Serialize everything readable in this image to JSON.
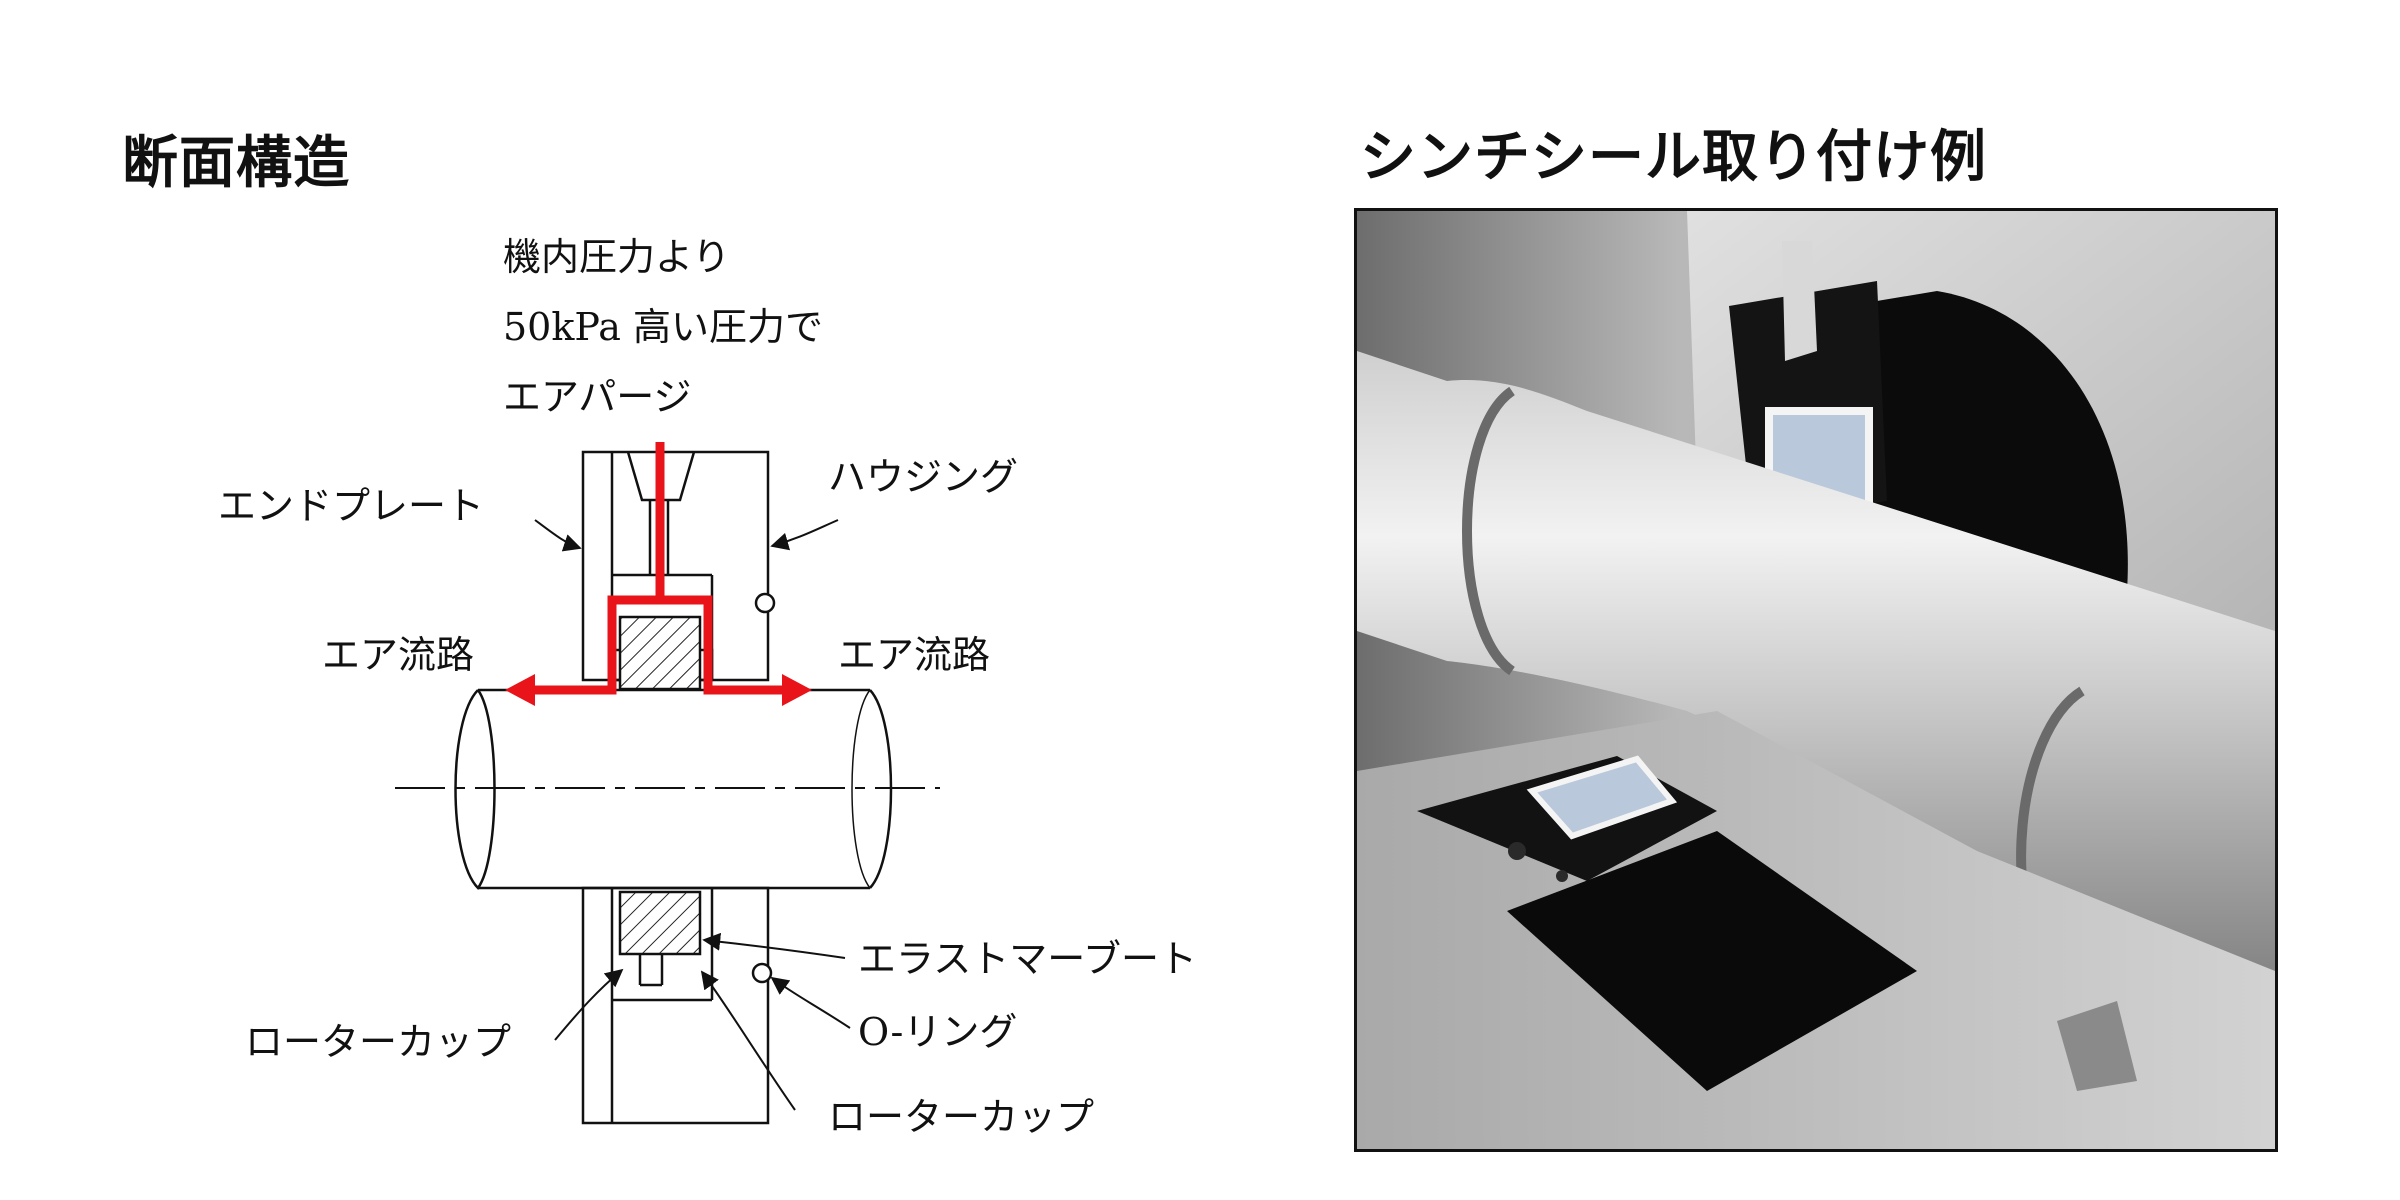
{
  "headings": {
    "cross_section": "断面構造",
    "installation_example": "シンチシール取り付け例"
  },
  "diagram": {
    "purge_note": [
      "機内圧力より",
      "50kPa 高い圧力で",
      "エアパージ"
    ],
    "labels": {
      "end_plate": "エンドプレート",
      "housing": "ハウジング",
      "air_path_left": "エア流路",
      "air_path_right": "エア流路",
      "elastomer_boot": "エラストマーブート",
      "rotor_cup_left": "ローターカップ",
      "o_ring": "O-リング",
      "rotor_cup_bottom": "ローターカップ"
    }
  },
  "colors": {
    "air_flow": "#e8141a",
    "line": "#111111",
    "seal_face": "#b9c8da"
  }
}
